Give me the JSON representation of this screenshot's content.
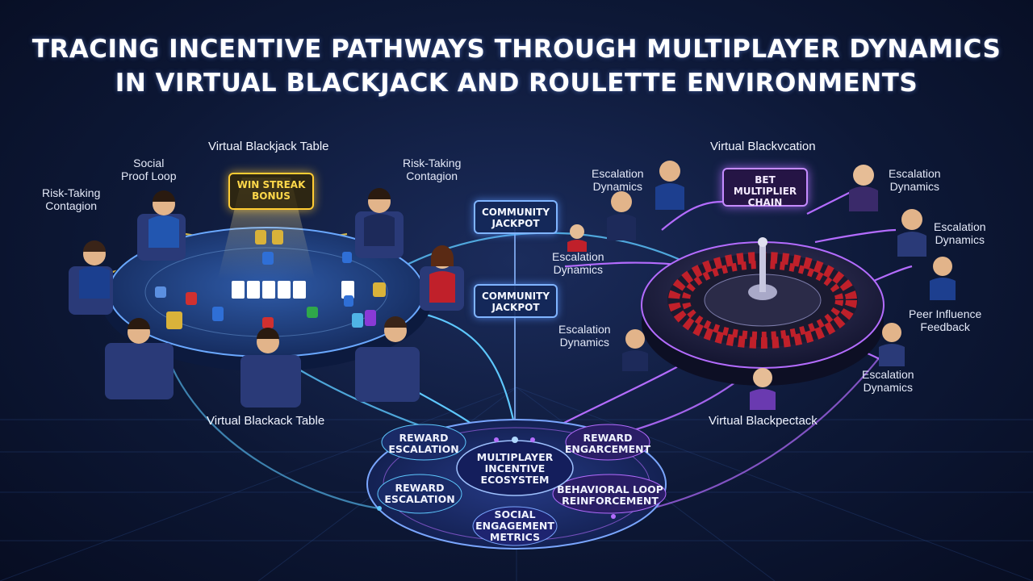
{
  "title": {
    "line1": "TRACING INCENTIVE PATHWAYS THROUGH MULTIPLAYER DYNAMICS",
    "line2": "IN VIRTUAL BLACKJACK AND ROULETTE ENVIRONMENTS"
  },
  "left": {
    "table_top": "Virtual Blackjack Table",
    "table_bottom": "Virtual Blackack Table",
    "social_proof": [
      "Social",
      "Proof Loop"
    ],
    "risk_left": [
      "Risk-Taking",
      "Contagion"
    ],
    "risk_right": [
      "Risk-Taking",
      "Contagion"
    ],
    "win_streak": [
      "WIN STREAK",
      "BONUS"
    ]
  },
  "middle": {
    "jackpot_top": [
      "COMMUNITY",
      "JACKPOT"
    ],
    "jackpot_bottom": [
      "COMMUNITY",
      "JACKPOT"
    ],
    "escalation_mid": [
      "Escalation",
      "Dynamics"
    ],
    "escalation_low": [
      "Escalation",
      "Dynamics"
    ]
  },
  "right": {
    "header_top": "Virtual Blackvcation",
    "header_bottom": "Virtual Blackpectack",
    "bet_multiplier": [
      "BET MULTIPLIER",
      "CHAIN"
    ],
    "escalation_tl": [
      "Escalation",
      "Dynamics"
    ],
    "escalation_tr": [
      "Escalation",
      "Dynamics"
    ],
    "escalation_r": [
      "Escalation",
      "Dynamics"
    ],
    "escalation_br": [
      "Escalation",
      "Dynamics"
    ],
    "peer_influence": [
      "Peer Influence",
      "Feedback"
    ]
  },
  "ecosystem": {
    "center": [
      "MULTIPLAYER",
      "INCENTIVE",
      "ECOSYSTEM"
    ],
    "reward_escalation_top": [
      "REWARD",
      "ESCALATION"
    ],
    "reward_escalation_bottom": [
      "REWARD",
      "ESCALATION"
    ],
    "reward_engagement": [
      "REWARD",
      "ENGARCEMENT"
    ],
    "behavioral_loop": [
      "BEHAVIORAL LOOP",
      "REINFORCEMENT"
    ],
    "social_metrics": [
      "SOCIAL",
      "ENGAGEMENT",
      "METRICS"
    ]
  },
  "colors": {
    "background": "#0d1836",
    "cyan_path": "#5ec8ff",
    "purple_path": "#b46cff",
    "gold": "#ffcc33",
    "table_felt": "#1d3d7a",
    "roulette_red": "#c0202a"
  }
}
